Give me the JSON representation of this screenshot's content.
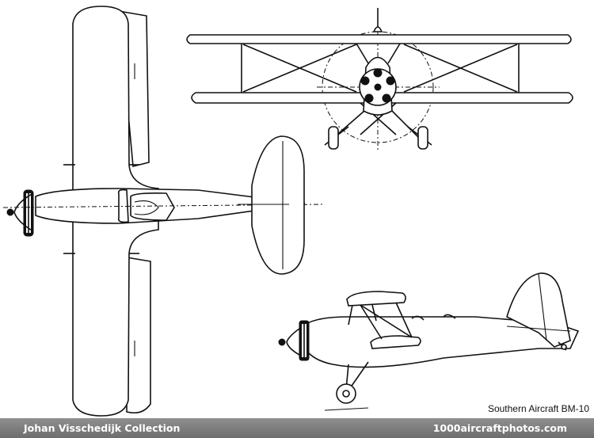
{
  "caption": "Southern Aircraft BM-10",
  "footer": {
    "left": "Johan Visschedijk Collection",
    "right": "1000aircraftphotos.com"
  }
}
